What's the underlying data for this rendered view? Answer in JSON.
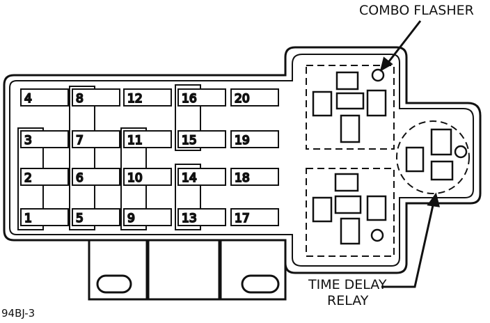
{
  "labels": {
    "combo_flasher": "COMBO FLASHER",
    "time_delay_line1": "TIME DELAY",
    "time_delay_line2": "RELAY",
    "figure_code": "94BJ-3"
  },
  "fuses": [
    {
      "id": "4",
      "label": "4"
    },
    {
      "id": "8",
      "label": "8"
    },
    {
      "id": "12",
      "label": "12"
    },
    {
      "id": "16",
      "label": "16"
    },
    {
      "id": "20",
      "label": "20"
    },
    {
      "id": "3",
      "label": "3"
    },
    {
      "id": "7",
      "label": "7"
    },
    {
      "id": "11",
      "label": "11"
    },
    {
      "id": "15",
      "label": "15"
    },
    {
      "id": "19",
      "label": "19"
    },
    {
      "id": "2",
      "label": "2"
    },
    {
      "id": "6",
      "label": "6"
    },
    {
      "id": "10",
      "label": "10"
    },
    {
      "id": "14",
      "label": "14"
    },
    {
      "id": "18",
      "label": "18"
    },
    {
      "id": "1",
      "label": "1"
    },
    {
      "id": "5",
      "label": "5"
    },
    {
      "id": "9",
      "label": "9"
    },
    {
      "id": "13",
      "label": "13"
    },
    {
      "id": "17",
      "label": "17"
    }
  ]
}
